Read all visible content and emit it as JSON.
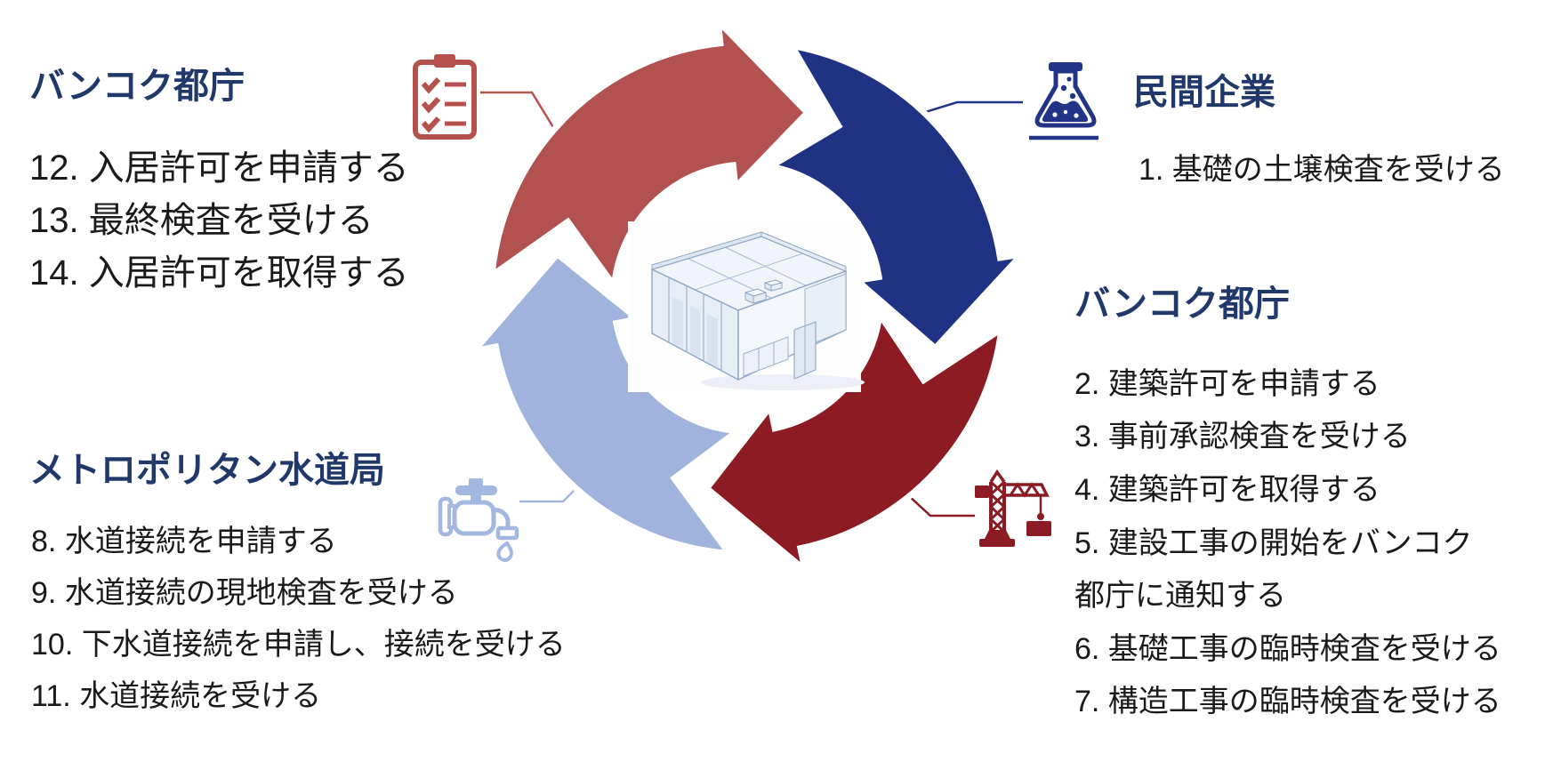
{
  "diagram": {
    "title_semantic": "building-permit-process-cycle",
    "cycle_direction": "clockwise",
    "center_image": "warehouse-building-sketch",
    "colors": {
      "arrow_top": "#b15150",
      "arrow_right": "#203283",
      "arrow_bottom": "#8c1b23",
      "arrow_left": "#9fb3dd",
      "header_text": "#21386b",
      "body_text": "#1a1a1a"
    }
  },
  "sections": [
    {
      "id": "top-left",
      "header": "バンコク都庁",
      "icon": "clipboard-checklist-icon",
      "icon_color": "#b5524e",
      "lines": [
        "12. 入居許可を申請する",
        "13. 最終検査を受ける",
        "14. 入居許可を取得する"
      ]
    },
    {
      "id": "top-right",
      "header": "民間企業",
      "icon": "flask-icon",
      "icon_color": "#223488",
      "lines": [
        "1. 基礎の土壌検査を受ける"
      ]
    },
    {
      "id": "right",
      "header": "バンコク都庁",
      "icon": "construction-crane-icon",
      "icon_color": "#8c1b24",
      "lines": [
        "2. 建築許可を申請する",
        "3. 事前承認検査を受ける",
        "4. 建築許可を取得する",
        "5. 建設工事の開始をバンコク",
        "都庁に通知する",
        "6. 基礎工事の臨時検査を受ける",
        "7. 構造工事の臨時検査を受ける"
      ]
    },
    {
      "id": "bottom-left",
      "header": "メトロポリタン水道局",
      "icon": "water-faucet-icon",
      "icon_color": "#a3b8e0",
      "lines": [
        "8. 水道接続を申請する",
        "9. 水道接続の現地検査を受ける",
        "10. 下水道接続を申請し、接続を受ける",
        "11. 水道接続を受ける"
      ]
    }
  ]
}
